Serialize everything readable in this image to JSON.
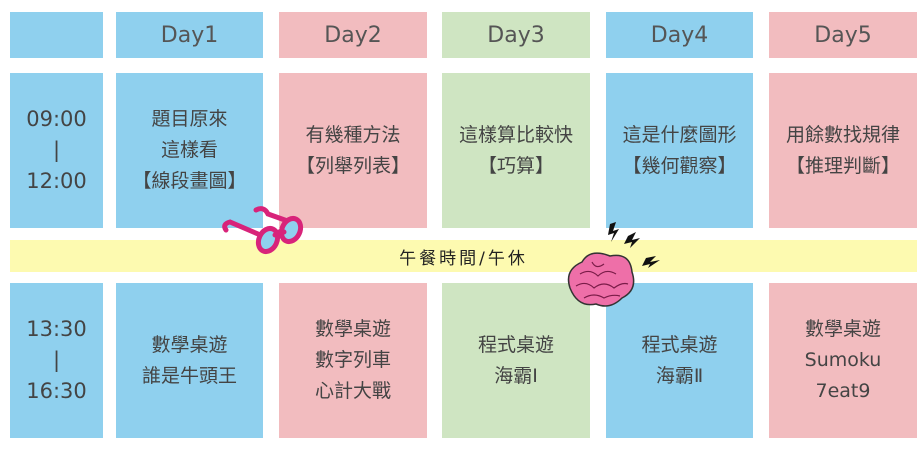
{
  "header": {
    "days": [
      "Day1",
      "Day2",
      "Day3",
      "Day4",
      "Day5"
    ]
  },
  "morning": {
    "time": [
      "09:00",
      "|",
      "12:00"
    ],
    "sessions": [
      [
        "題目原來",
        "這樣看",
        "【線段畫圖】"
      ],
      [
        "有幾種方法",
        "【列舉列表】"
      ],
      [
        "這樣算比較快",
        "【巧算】"
      ],
      [
        "這是什麼圖形",
        "【幾何觀察】"
      ],
      [
        "用餘數找規律",
        "【推理判斷】"
      ]
    ]
  },
  "lunch": {
    "label": "午餐時間/午休"
  },
  "afternoon": {
    "time": [
      "13:30",
      "|",
      "16:30"
    ],
    "sessions": [
      [
        "數學桌遊",
        "誰是牛頭王"
      ],
      [
        "數學桌遊",
        "數字列車",
        "心計大戰"
      ],
      [
        "程式桌遊",
        "海霸I"
      ],
      [
        "程式桌遊",
        "海霸Ⅱ"
      ],
      [
        "數學桌遊",
        "Sumoku",
        "7eat9"
      ]
    ]
  },
  "colors": {
    "blue": "#8fd0ee",
    "pink": "#f2bcbf",
    "green": "#cfe5c2",
    "yellow": "#fdfab0"
  }
}
